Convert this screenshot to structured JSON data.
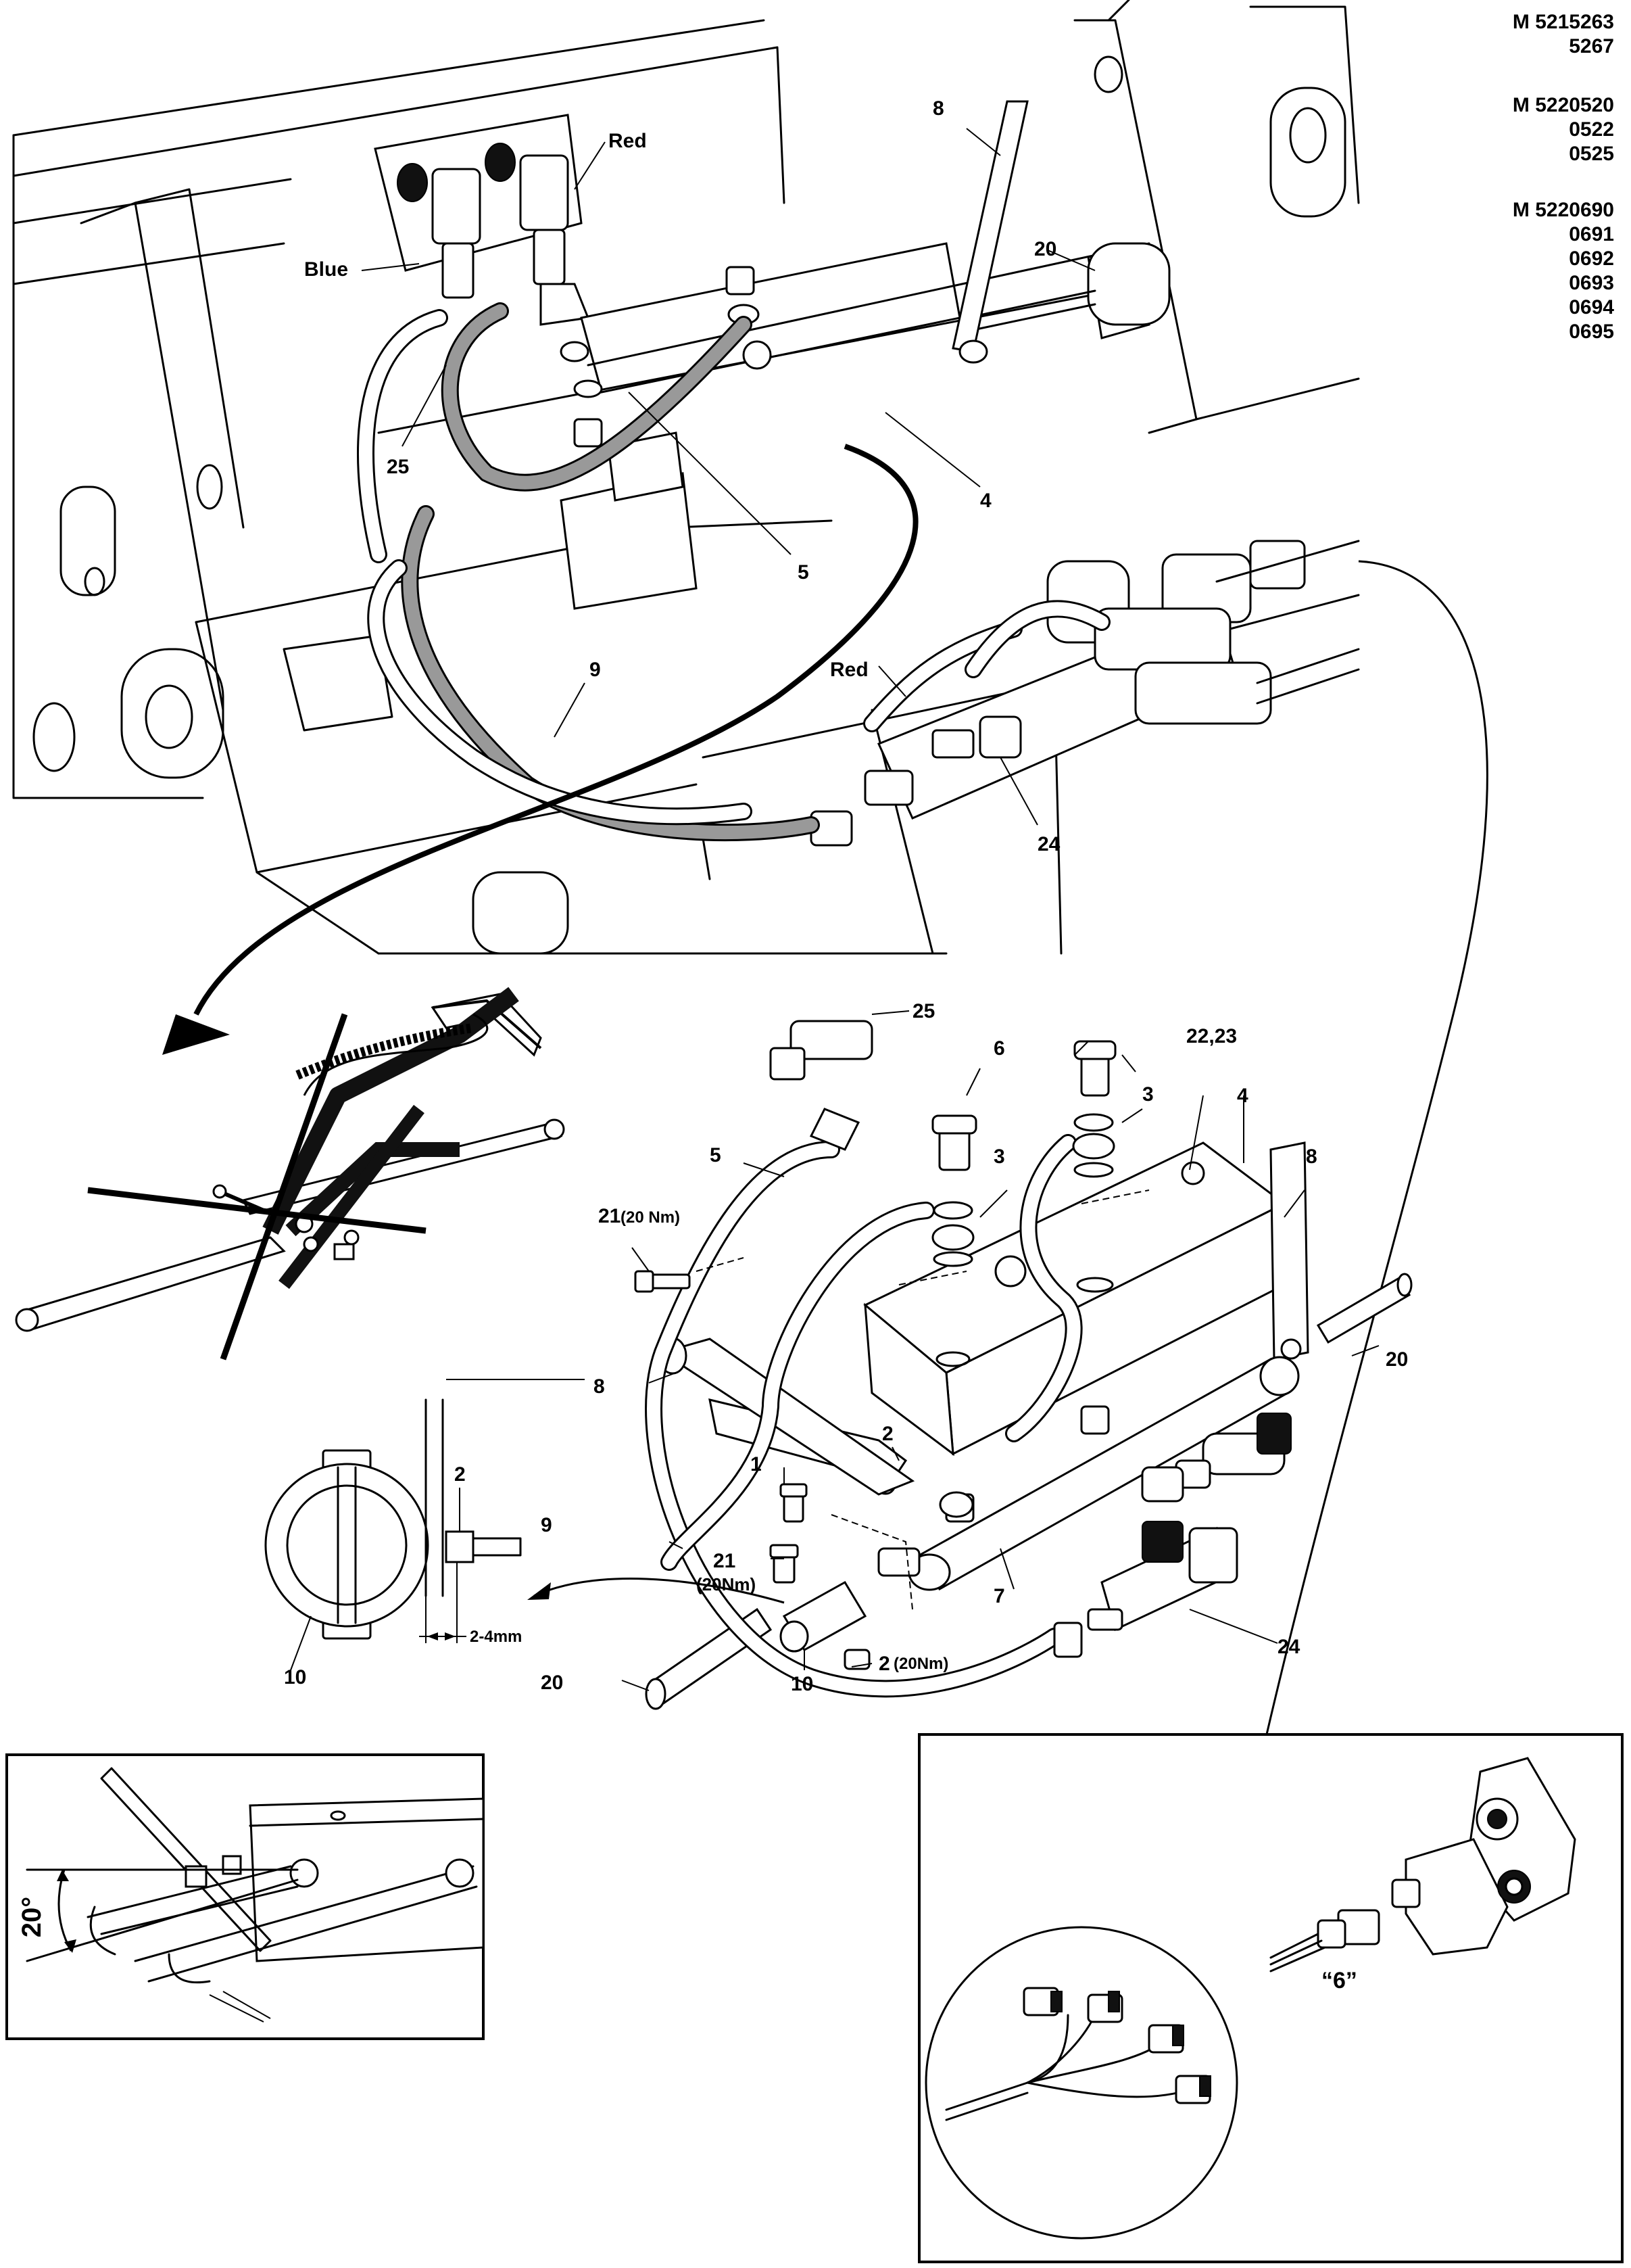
{
  "part_numbers": [
    [
      "M 5215263",
      "5267"
    ],
    [
      "M 5220520",
      "0522",
      "0525"
    ],
    [
      "M 5220690",
      "0691",
      "0692",
      "0693",
      "0694",
      "0695"
    ]
  ],
  "callouts": {
    "red_top": "Red",
    "blue": "Blue",
    "red_valve": "Red",
    "n8_top": "8",
    "n20_top": "20",
    "n25_top": "25",
    "n4_top": "4",
    "n5_top": "5",
    "n9_top": "9",
    "n24_top": "24",
    "n25": "25",
    "n6": "6",
    "n3a": "3",
    "n3b": "3",
    "n22_23": "22,23",
    "n4": "4",
    "n8": "8",
    "n5": "5",
    "n21": "21",
    "n21_torque": "(20 Nm)",
    "n20_right": "20",
    "n8_detail": "8",
    "n2_detail": "2",
    "n2": "2",
    "n1": "1",
    "n9": "9",
    "n21b": "21",
    "n21b_torque": "(20Nm)",
    "n7": "7",
    "n24": "24",
    "n2b": "2",
    "n2b_torque": "(20Nm)",
    "n10_detail": "10",
    "gap": "2-4mm",
    "n10": "10",
    "n20_bottom": "20",
    "angle": "20°",
    "connector": "“6”"
  }
}
